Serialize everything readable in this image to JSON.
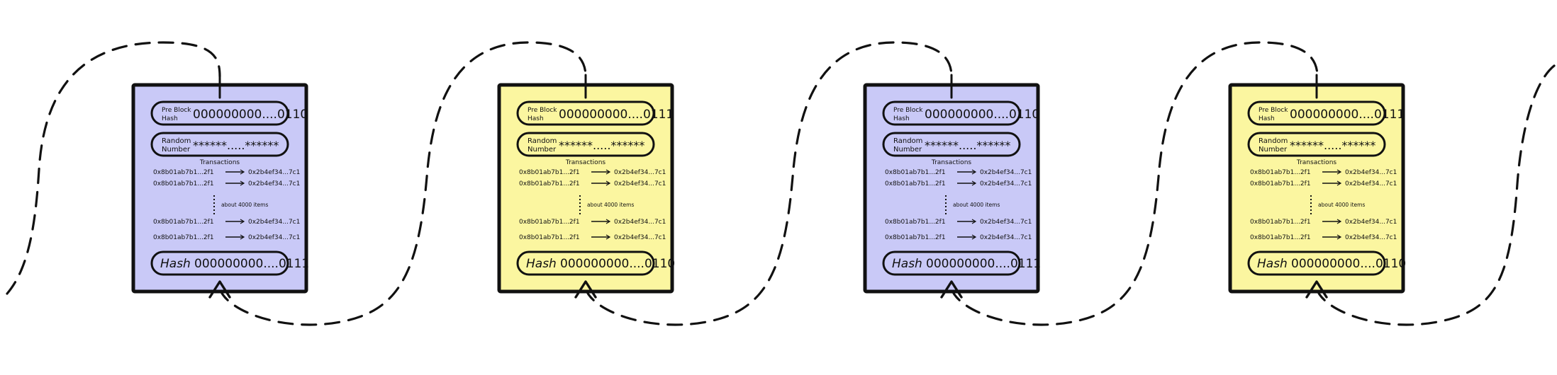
{
  "colors": {
    "purple_block": "#c9c9f7",
    "yellow_block": "#fbf6a0",
    "ink": "#111111",
    "background": "#ffffff"
  },
  "labels": {
    "prev_hash_line1": "Pre Block",
    "prev_hash_line2": "Hash",
    "random_line1": "Random",
    "random_line2": "Number",
    "random_value": "******.....******",
    "transactions_title": "Transactions",
    "about_items": "about 4000 items",
    "hash_label": "Hash"
  },
  "transactions": [
    {
      "from": "0x8b01ab7b1...2f1",
      "to": "0x2b4ef34...7c1"
    },
    {
      "from": "0x8b01ab7b1...2f1",
      "to": "0x2b4ef34...7c1"
    },
    {
      "from": "0x8b01ab7b1...2f1",
      "to": "0x2b4ef34...7c1"
    },
    {
      "from": "0x8b01ab7b1...2f1",
      "to": "0x2b4ef34...7c1"
    }
  ],
  "blocks": [
    {
      "color": "purple",
      "prev_hash": "000000000....0110",
      "hash": "000000000....0111"
    },
    {
      "color": "yellow",
      "prev_hash": "000000000....0111",
      "hash": "000000000....0110"
    },
    {
      "color": "purple",
      "prev_hash": "000000000....0110",
      "hash": "000000000....0111"
    },
    {
      "color": "yellow",
      "prev_hash": "000000000....0111",
      "hash": "000000000....0110"
    }
  ],
  "icons": {
    "chain_connector": "dashed-curve-arrow",
    "transfer_arrow": "right-arrow"
  }
}
